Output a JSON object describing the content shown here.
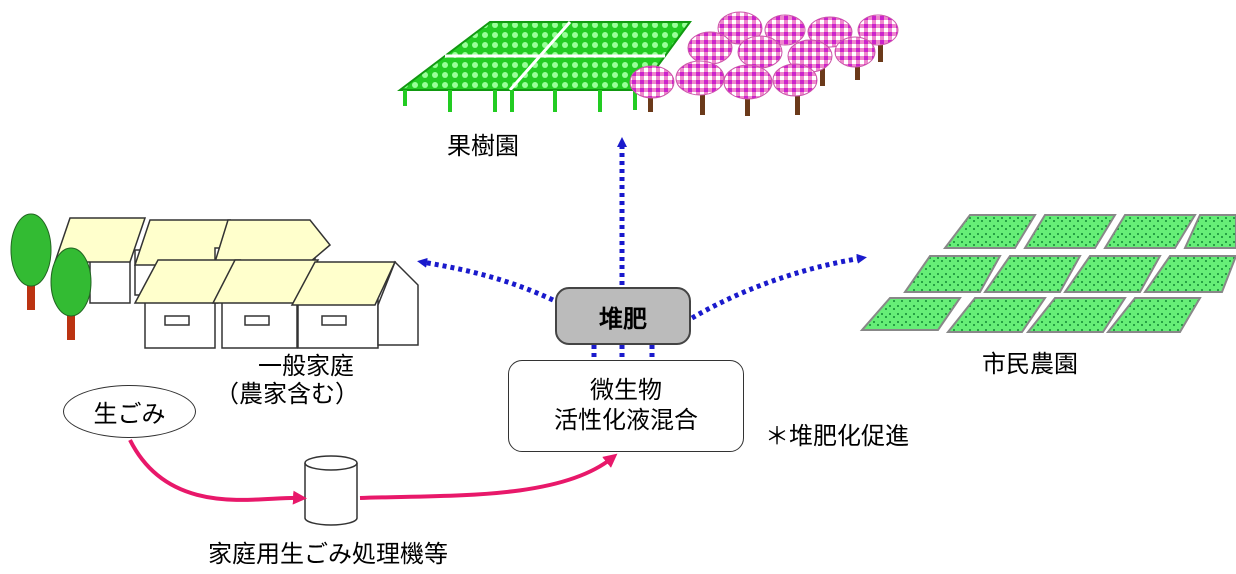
{
  "labels": {
    "orchard": "果樹園",
    "households_line1": "一般家庭",
    "households_line2": "（農家含む）",
    "garbage": "生ごみ",
    "processor": "家庭用生ごみ処理機等",
    "compost": "堆肥",
    "microbe_line1": "微生物",
    "microbe_line2": "活性化液混合",
    "note": "＊堆肥化促進",
    "civic_farm": "市民農園"
  },
  "colors": {
    "flow_arrow": "#1a1acc",
    "garbage_flow": "#e8186a",
    "field_green": "#66ee77",
    "greenhouse_green": "#22cc22",
    "blossom_pink": "#ee88cc",
    "blossom_magenta": "#cc22cc",
    "house_roof": "#ffffcc",
    "tree_green": "#33bb33",
    "tree_trunk": "#bb3311",
    "compost_box": "#bbbbbb"
  },
  "icons": [
    "greenhouse-icon",
    "cherry-trees-icon",
    "houses-icon",
    "tree-icon",
    "farm-plots-icon",
    "processor-bin-icon"
  ]
}
